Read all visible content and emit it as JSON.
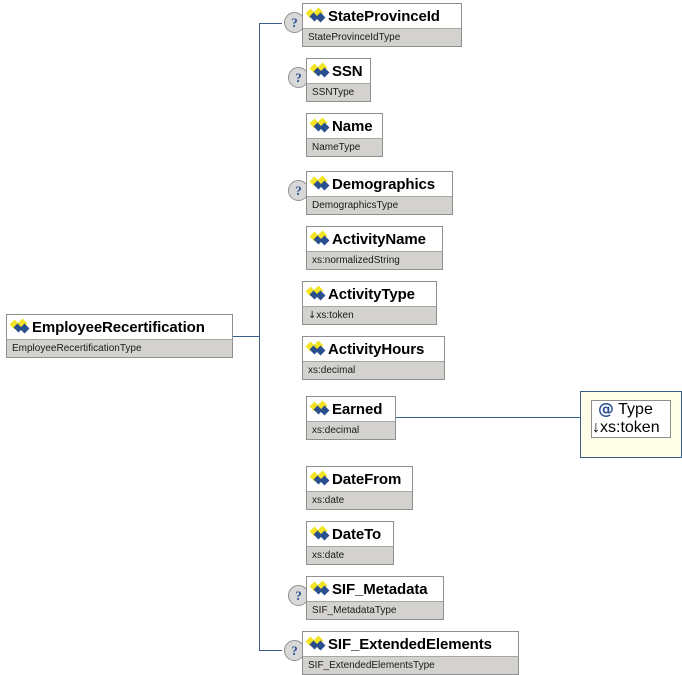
{
  "diagram": {
    "kind": "xml-schema-tree",
    "root": {
      "name": "EmployeeRecertification",
      "type": "EmployeeRecertificationType",
      "icon": "element-icon",
      "optional": false
    },
    "children": [
      {
        "name": "StateProvinceId",
        "type": "StateProvinceIdType",
        "icon": "element-icon",
        "optional": true,
        "restricted": false
      },
      {
        "name": "SSN",
        "type": "SSNType",
        "icon": "element-icon",
        "optional": true,
        "restricted": false
      },
      {
        "name": "Name",
        "type": "NameType",
        "icon": "element-icon",
        "optional": false,
        "restricted": false
      },
      {
        "name": "Demographics",
        "type": "DemographicsType",
        "icon": "element-icon",
        "optional": true,
        "restricted": false
      },
      {
        "name": "ActivityName",
        "type": "xs:normalizedString",
        "icon": "element-icon",
        "optional": false,
        "restricted": false
      },
      {
        "name": "ActivityType",
        "type": "xs:token",
        "icon": "element-icon",
        "optional": false,
        "restricted": true
      },
      {
        "name": "ActivityHours",
        "type": "xs:decimal",
        "icon": "element-icon",
        "optional": false,
        "restricted": false
      },
      {
        "name": "Earned",
        "type": "xs:decimal",
        "icon": "element-icon",
        "optional": false,
        "restricted": false
      },
      {
        "name": "DateFrom",
        "type": "xs:date",
        "icon": "element-icon",
        "optional": false,
        "restricted": false
      },
      {
        "name": "DateTo",
        "type": "xs:date",
        "icon": "element-icon",
        "optional": false,
        "restricted": false
      },
      {
        "name": "SIF_Metadata",
        "type": "SIF_MetadataType",
        "icon": "element-icon",
        "optional": true,
        "restricted": false
      },
      {
        "name": "SIF_ExtendedElements",
        "type": "SIF_ExtendedElementsType",
        "icon": "element-icon",
        "optional": true,
        "restricted": false
      }
    ],
    "attribute": {
      "name": "Type",
      "type": "xs:token",
      "icon": "at-icon",
      "restricted": true,
      "parent": "Earned"
    },
    "markers": {
      "optional_glyph": "?",
      "restriction_glyph": "↓",
      "attribute_glyph": "@"
    },
    "colors": {
      "line": "#3a5f8a",
      "node_border": "#8f8f8f",
      "type_band": "#d4d2cf",
      "attr_fill": "#fdfde8",
      "attr_border": "#3a5f8a",
      "icon_yellow": "#f2e325",
      "icon_blue": "#2a4f8f",
      "optional_fill": "#d8d8d8"
    }
  }
}
